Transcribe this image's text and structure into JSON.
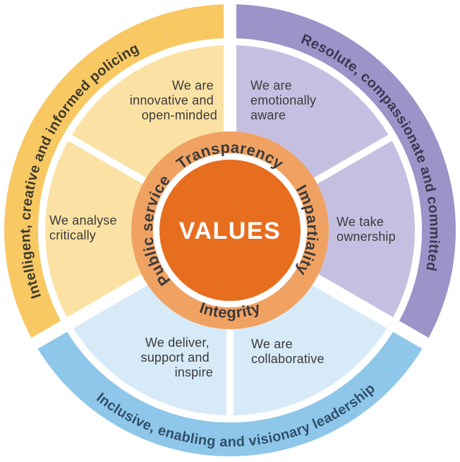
{
  "colors": {
    "background": "#FFFFFF",
    "hub_fill": "#E86E1F",
    "hub_ring_fill": "#F0A263",
    "hub_text": "#FFFFFF",
    "ring_label_text": "#3B3B3B",
    "segment_text": "#3B3B3B",
    "segment_gold": "#FBE2A4",
    "segment_purple": "#C5BFE1",
    "segment_blue": "#D7EAF8",
    "arc_gold": "#F8C863",
    "arc_purple": "#9C93C9",
    "arc_blue": "#8EC7E9",
    "arc_gold_text": "#3E3A2E",
    "arc_purple_text": "#3C3850",
    "arc_blue_text": "#31506B",
    "divider": "#FFFFFF"
  },
  "center": {
    "label": "VALUES"
  },
  "inner_ring": {
    "top": "Transparency",
    "right": "Impartiality",
    "bottom": "Integrity",
    "left": "Public service"
  },
  "segments": {
    "innovative": {
      "lines": [
        "We are",
        "innovative and",
        "open-minded"
      ]
    },
    "emotionally_aware": {
      "lines": [
        "We are",
        "emotionally",
        "aware"
      ]
    },
    "take_ownership": {
      "lines": [
        "We take",
        "ownership"
      ]
    },
    "collaborative": {
      "lines": [
        "We are",
        "collaborative"
      ]
    },
    "deliver": {
      "lines": [
        "We deliver,",
        "support and",
        "inspire"
      ]
    },
    "analyse": {
      "lines": [
        "We analyse",
        "critically"
      ]
    }
  },
  "outer_arcs": {
    "gold": {
      "label": "Intelligent, creative and informed policing"
    },
    "purple": {
      "label": "Resolute, compassionate and committed"
    },
    "blue": {
      "label": "Inclusive, enabling and visionary leadership"
    }
  }
}
